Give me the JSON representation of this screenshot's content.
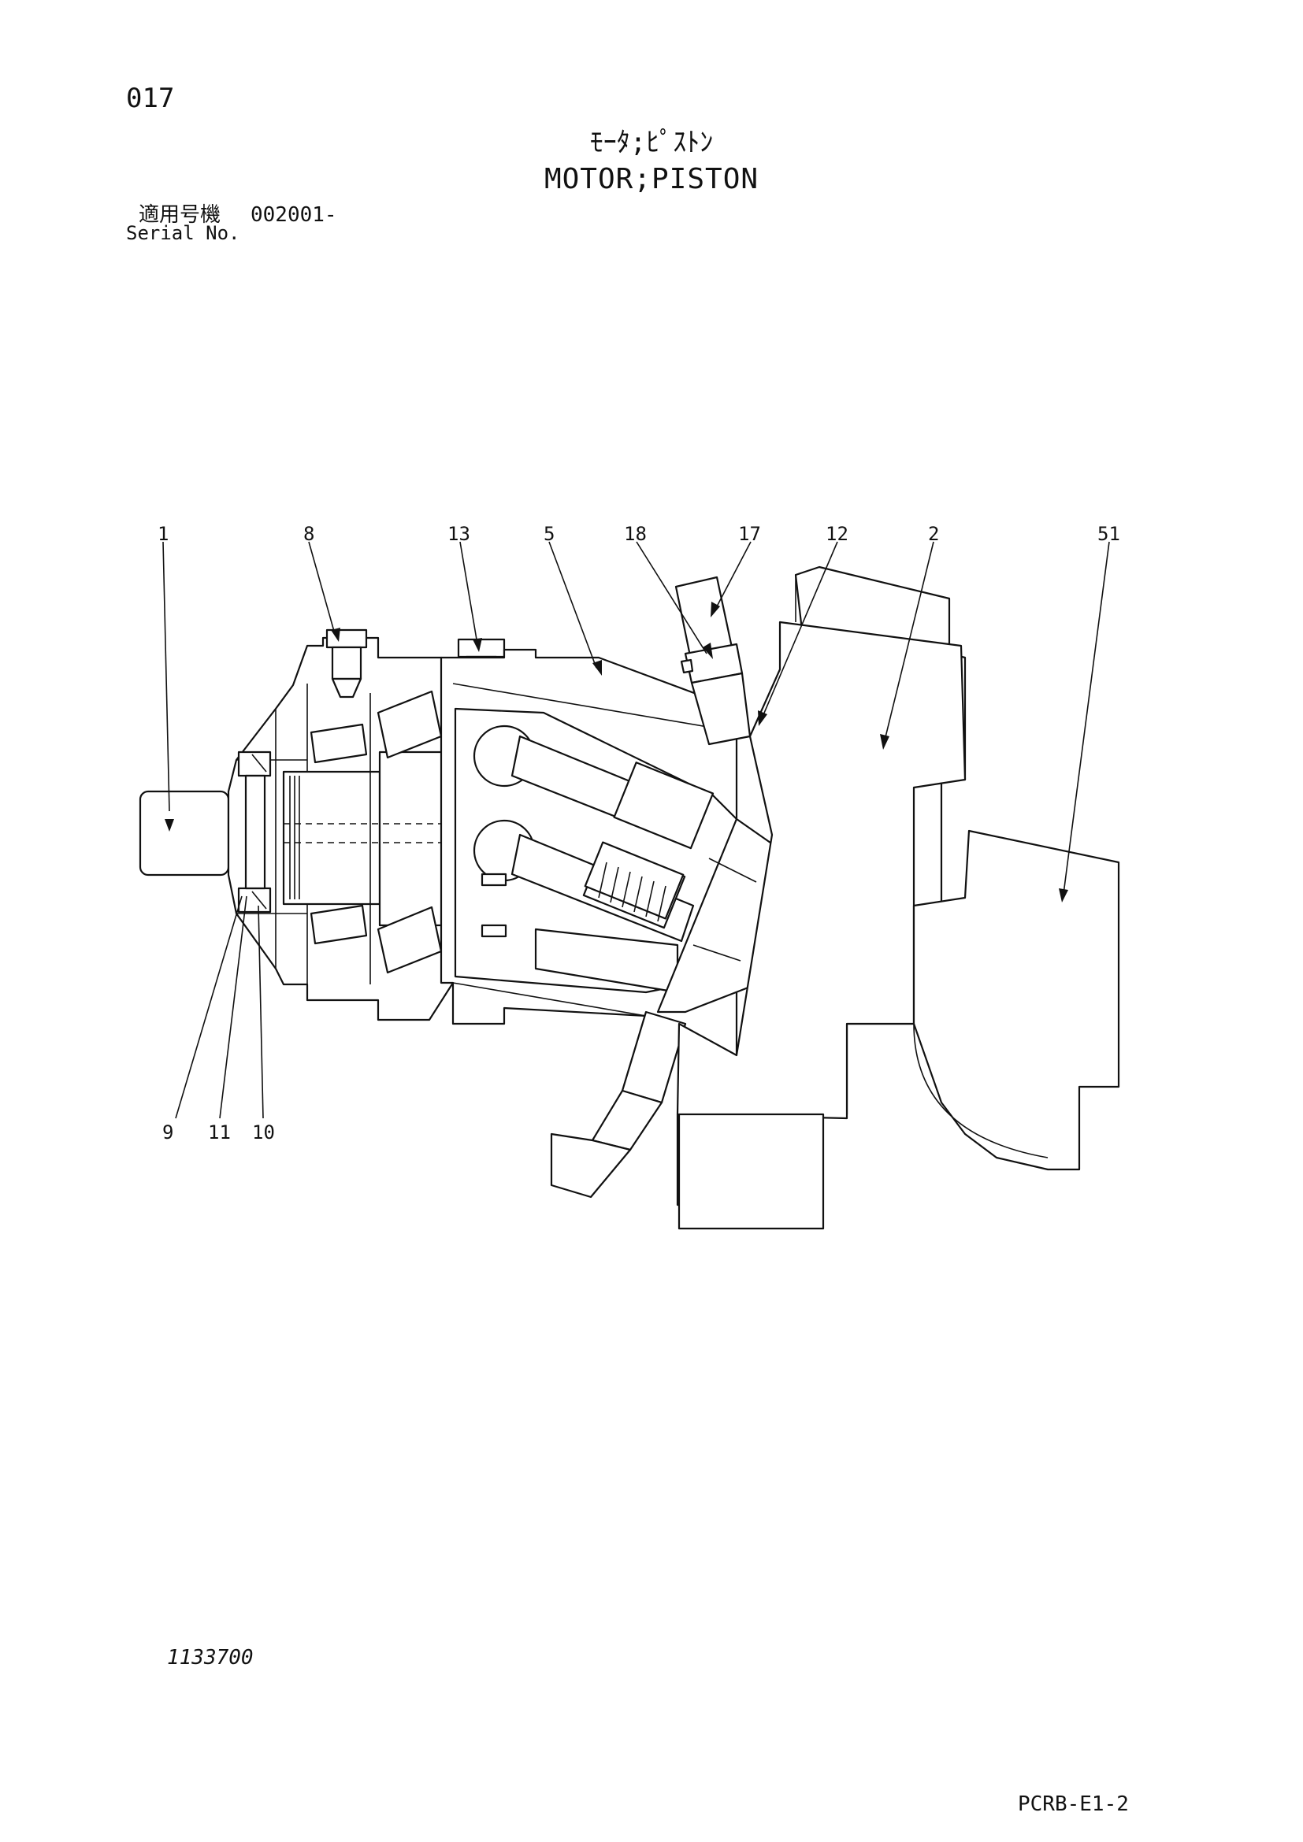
{
  "page": {
    "page_number": "017",
    "title_jp": "ﾓｰﾀ;ﾋﾟｽﾄﾝ",
    "title_en": "MOTOR;PISTON",
    "serial_label_jp": "適用号機",
    "serial_range": "002001-",
    "serial_label_en": "Serial No.",
    "drawing_number": "1133700",
    "sheet_code": "PCRB-E1-2"
  },
  "diagram": {
    "subject": "piston motor cross-section",
    "callouts": [
      {
        "id": "1"
      },
      {
        "id": "8"
      },
      {
        "id": "13"
      },
      {
        "id": "5"
      },
      {
        "id": "18"
      },
      {
        "id": "17"
      },
      {
        "id": "12"
      },
      {
        "id": "2"
      },
      {
        "id": "51"
      },
      {
        "id": "9"
      },
      {
        "id": "11"
      },
      {
        "id": "10"
      }
    ]
  }
}
